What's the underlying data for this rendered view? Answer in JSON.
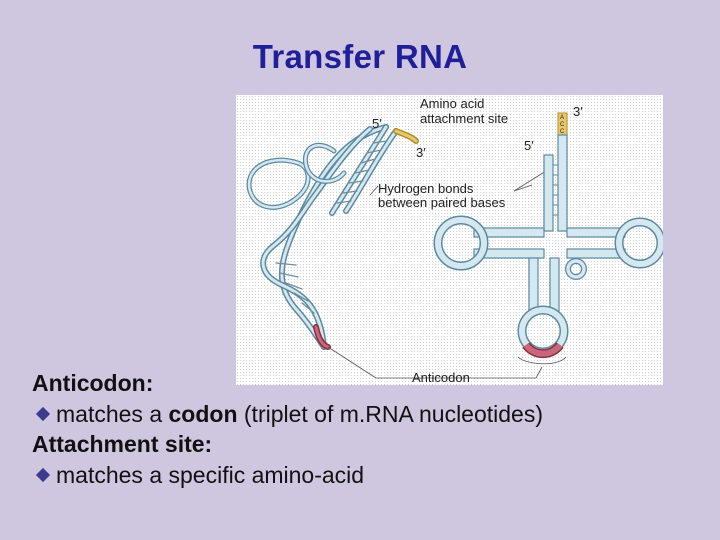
{
  "slide": {
    "title": "Transfer RNA"
  },
  "figure": {
    "labels": {
      "amino_acid_site_1": "Amino acid",
      "amino_acid_site_2": "attachment site",
      "five_prime_left": "5′",
      "three_prime_left": "3′",
      "three_prime_right": "3′",
      "five_prime_right": "5′",
      "hbond_1": "Hydrogen bonds",
      "hbond_2": "between paired bases",
      "anticodon": "Anticodon",
      "acc_a": "A",
      "acc_c1": "C",
      "acc_c2": "C"
    },
    "colors": {
      "strand": "#5a8aa3",
      "strand_fill": "#d6e8ef",
      "amino_end": "#d9b24a",
      "anticodon": "#b34a5e"
    }
  },
  "content": {
    "heading1": "Anticodon:",
    "bullet1_pre": "matches a ",
    "bullet1_bold": "codon",
    "bullet1_post": " (triplet of m.RNA nucleotides)",
    "heading2": "Attachment site:",
    "bullet2": "matches a specific amino-acid"
  }
}
